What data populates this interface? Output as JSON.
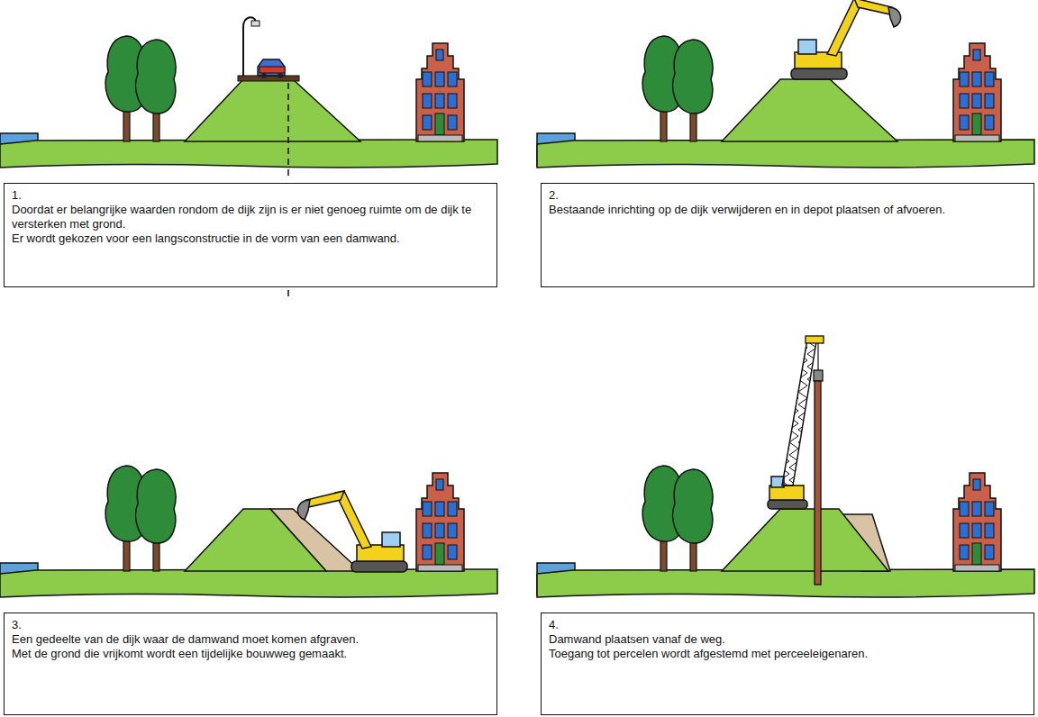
{
  "diagram": {
    "nodes": [
      {
        "text": [
          "1.",
          "Doordat er belangrijke waarden rondom de dijk zijn is er niet genoeg ruimte om de dijk te versterken met grond.",
          "Er wordt gekozen voor een langsconstructie in de vorm van een damwand."
        ]
      },
      {
        "text": [
          "2.",
          "Bestaande inrichting op de dijk verwijderen en in depot plaatsen of afvoeren."
        ]
      },
      {
        "text": [
          "3.",
          "Een gedeelte van de dijk waar de damwand moet komen afgraven.",
          "Met de grond die vrijkomt wordt een tijdelijke bouwweg gemaakt."
        ]
      },
      {
        "text": [
          "4.",
          "Damwand plaatsen vanaf de weg.",
          "Toegang tot percelen wordt afgestemd met perceeleigenaren."
        ]
      }
    ]
  }
}
